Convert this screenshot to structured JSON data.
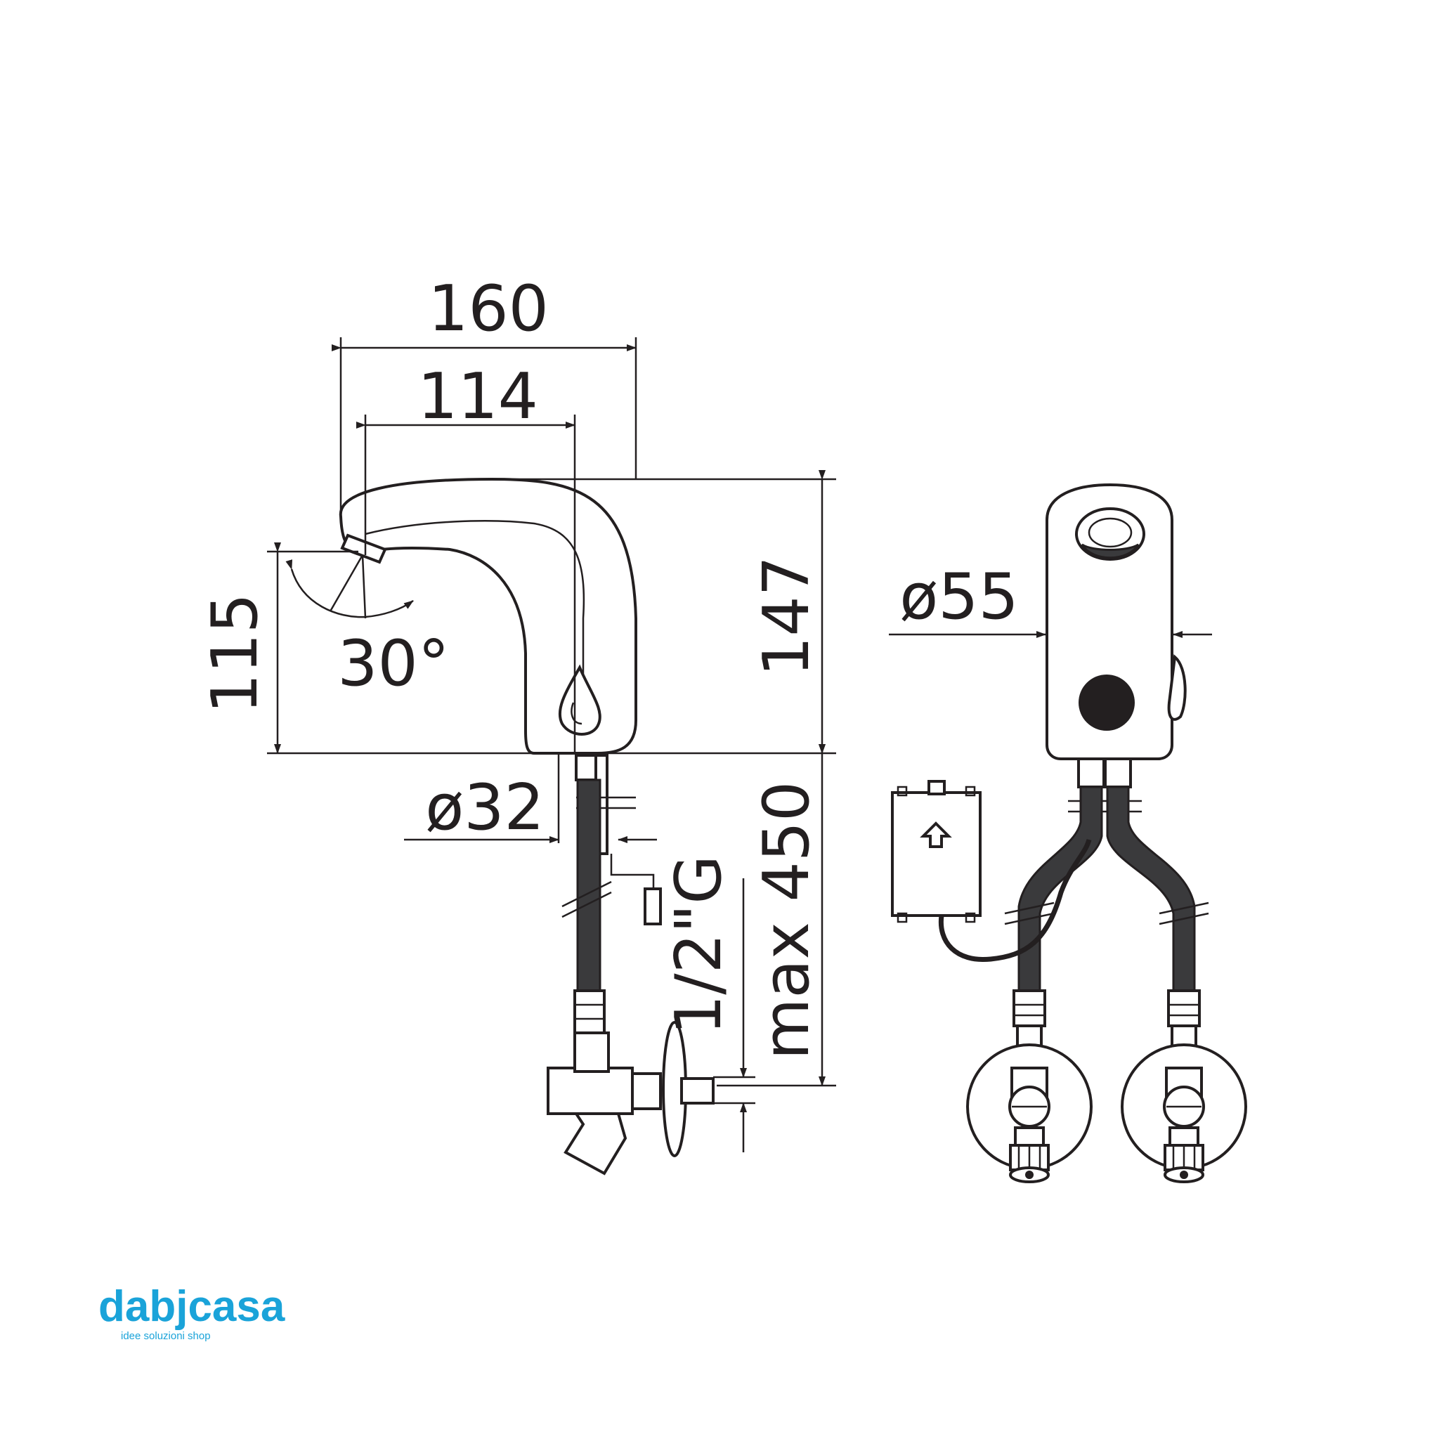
{
  "dimensions": {
    "overall_length": "160",
    "spout_reach": "114",
    "spout_height": "115",
    "total_height": "147",
    "spray_angle": "30°",
    "base_diameter": "ø32",
    "body_diameter": "ø55",
    "hose_length": "max 450",
    "connection": "1/2\"G"
  },
  "logo": {
    "name": "dabjcasa",
    "tagline": "idee soluzioni shop",
    "color": "#1aa3d9"
  },
  "colors": {
    "line": "#231f20",
    "hose": "#3a3a3c"
  }
}
